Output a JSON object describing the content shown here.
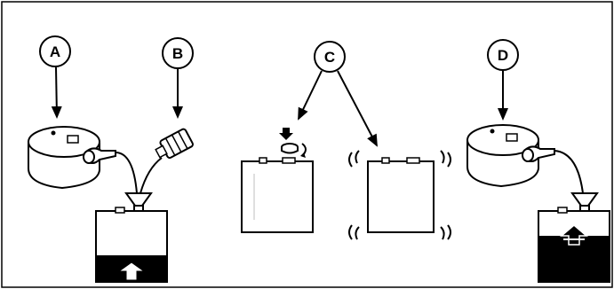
{
  "callouts": {
    "a": "A",
    "b": "B",
    "c": "C",
    "d": "D"
  },
  "colors": {
    "ink": "#000000",
    "paper": "#ffffff",
    "frame": "#000000"
  }
}
